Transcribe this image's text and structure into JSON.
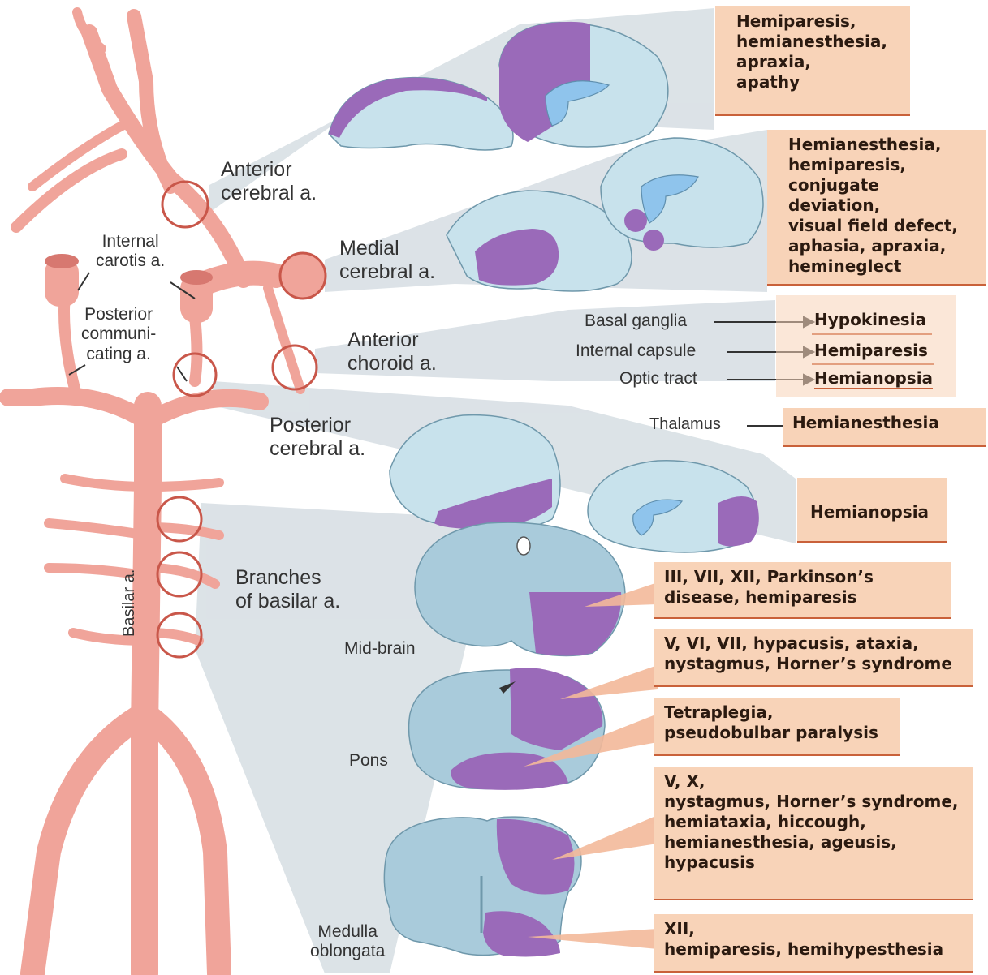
{
  "colors": {
    "artery": "#f0a49a",
    "artery_dark": "#d77870",
    "brain": "#c8e2ec",
    "brain_line": "#6f98ab",
    "lesion": "#9a6ab9",
    "ventricle": "#8fc4ec",
    "box": "#f8d3b8",
    "box_line": "#c9613a",
    "beam": "#d6dee3"
  },
  "artery_labels": {
    "internal_carotis": "Internal\ncarotis a.",
    "posterior_communicating": "Posterior\ncommuni-\ncating a.",
    "basilar": "Basilar a."
  },
  "territories": {
    "anterior_cerebral": "Anterior\ncerebral a.",
    "medial_cerebral": "Medial\ncerebral a.",
    "anterior_choroid": "Anterior\nchoroid a.",
    "posterior_cerebral": "Posterior\ncerebral a.",
    "branches_basilar": "Branches\nof basilar a."
  },
  "structures": {
    "basal_ganglia": "Basal ganglia",
    "internal_capsule": "Internal capsule",
    "optic_tract": "Optic tract",
    "thalamus": "Thalamus",
    "mid_brain": "Mid-brain",
    "pons": "Pons",
    "medulla": "Medulla\noblongata"
  },
  "symptoms": {
    "anterior_cerebral": "Hemiparesis,\nhemianesthesia,\napraxia,\napathy",
    "medial_cerebral": "Hemianesthesia,\nhemiparesis,\nconjugate deviation,\nvisual field defect,\naphasia, apraxia,\nhemineglect",
    "basal_ganglia": "Hypokinesia",
    "internal_capsule": "Hemiparesis",
    "optic_tract": "Hemianopsia",
    "thalamus": "Hemianesthesia",
    "posterior_cerebral": "Hemianopsia",
    "mid_brain": "III, VII, XII, Parkinson’s\ndisease, hemiparesis",
    "pons_upper": "V, VI, VII, hypacusis, ataxia,\nnystagmus, Horner’s syndrome",
    "pons_lower": "Tetraplegia,\npseudobulbar paralysis",
    "medulla_lateral": "V, X,\nnystagmus, Horner’s syndrome,\nhemiataxia, hiccough,\nhemianesthesia, ageusis,\nhypacusis",
    "medulla_medial": "XII,\nhemiparesis, hemihypesthesia"
  }
}
